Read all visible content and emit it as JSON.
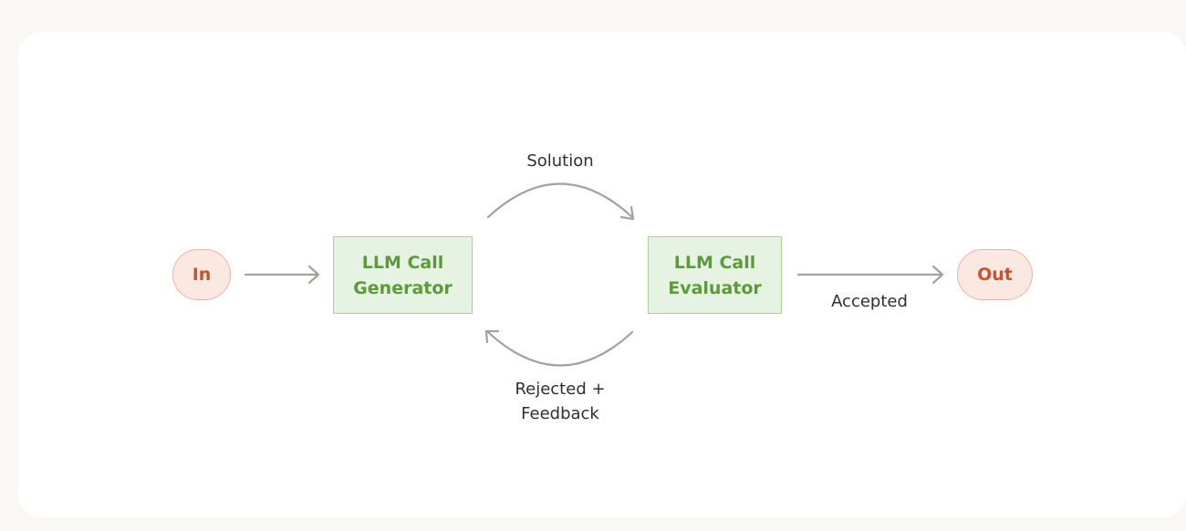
{
  "diagram": {
    "input_label": "In",
    "output_label": "Out",
    "generator": {
      "line1": "LLM Call",
      "line2": "Generator"
    },
    "evaluator": {
      "line1": "LLM Call",
      "line2": "Evaluator"
    },
    "edge_solution": "Solution",
    "edge_rejected_line1": "Rejected +",
    "edge_rejected_line2": "Feedback",
    "edge_accepted": "Accepted",
    "colors": {
      "pill_fill": "#fbe8e1",
      "pill_border": "#ecb4a3",
      "pill_text": "#c8532f",
      "llm_fill": "#e7f3e2",
      "llm_border": "#a8d39a",
      "llm_text": "#5a9b3a",
      "arrow": "#a3a29c"
    }
  }
}
